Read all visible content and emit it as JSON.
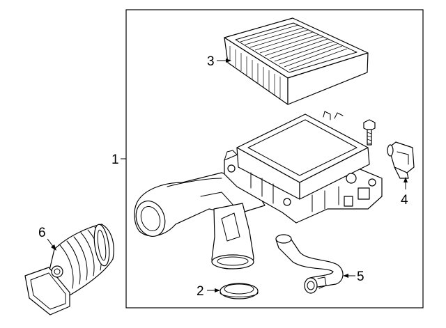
{
  "callouts": {
    "c1": "1",
    "c2": "2",
    "c3": "3",
    "c4": "4",
    "c5": "5",
    "c6": "6"
  },
  "parts": [
    {
      "ref": "1",
      "icon": "air-cleaner-assembly-icon"
    },
    {
      "ref": "2",
      "icon": "seal-ring-icon"
    },
    {
      "ref": "3",
      "icon": "air-filter-element-icon"
    },
    {
      "ref": "4",
      "icon": "sensor-icon"
    },
    {
      "ref": "5",
      "icon": "hose-icon"
    },
    {
      "ref": "6",
      "icon": "intake-duct-icon"
    }
  ],
  "colors": {
    "line": "#000000",
    "background": "#ffffff"
  }
}
